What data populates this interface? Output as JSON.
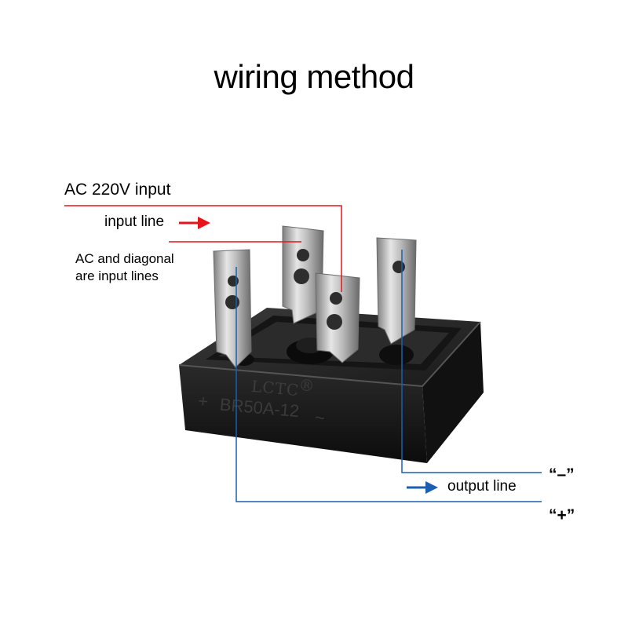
{
  "title": "wiring method",
  "labels": {
    "ac_input": "AC 220V input",
    "input_line": "input line",
    "diagonal_line1": "AC and diagonal",
    "diagonal_line2": "are input lines",
    "output_line": "output line",
    "minus_terminal": "“–”",
    "plus_terminal": "“+”"
  },
  "component": {
    "brand": "LCTC",
    "model": "BR50A-12",
    "plus_mark": "+",
    "tilde_mark": "~",
    "registered": "®"
  },
  "colors": {
    "input_red": "#e8141c",
    "output_blue": "#1a5fb0"
  }
}
